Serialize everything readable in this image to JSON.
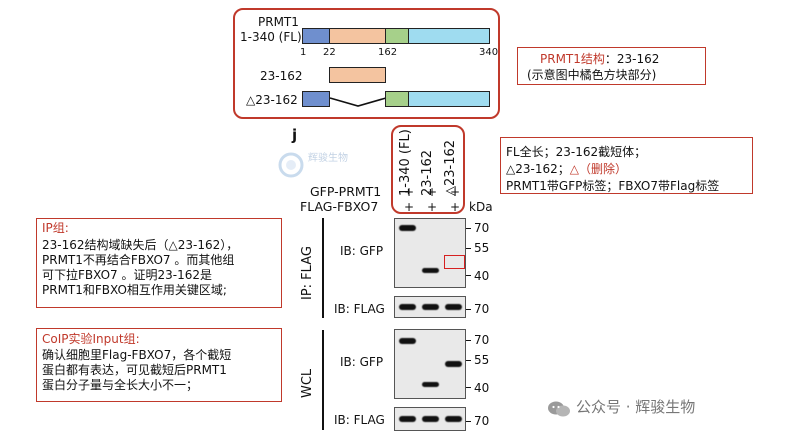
{
  "diagram": {
    "protein_name": "PRMT1",
    "fl_label": "1-340 (FL)",
    "positions": [
      "1",
      "22",
      "162",
      "340"
    ],
    "construct_23_162": "23-162",
    "construct_delta": "△23-162",
    "colors": {
      "blue": "#6f8fce",
      "orange": "#f4c4a0",
      "green": "#a6d08a",
      "cyan": "#9fdcf0",
      "accent": "#c0392b"
    }
  },
  "struct_note": {
    "title": "PRMT1结构",
    "title_suffix": "：23-162",
    "line2": "(示意图中橘色方块部分)"
  },
  "panel": {
    "letter": "j",
    "lane_labels": [
      "1-340 (FL)",
      "23-162",
      "△23-162"
    ],
    "row1_label": "GFP-PRMT1",
    "row2_label": "FLAG-FBXO7",
    "row1_signs": [
      "+",
      "+",
      "+"
    ],
    "row2_signs": [
      "+",
      "+",
      "+"
    ],
    "kda": "kDa",
    "ip_label": "IP: FLAG",
    "wcl_label": "WCL",
    "ib_gfp": "IB: GFP",
    "ib_flag": "IB: FLAG",
    "ip_gfp_markers": [
      "70",
      "55",
      "40"
    ],
    "ip_flag_marker": "70",
    "wcl_gfp_markers": [
      "70",
      "55",
      "40"
    ],
    "wcl_flag_marker": "70"
  },
  "fl_note": {
    "line1": "FL全长；23-162截短体；",
    "line2_a": "△23-162；",
    "line2_b": "△（删除）",
    "line3": "PRMT1带GFP标签；FBXO7带Flag标签"
  },
  "ip_note": {
    "title": "IP组:",
    "text": "23-162结构域缺失后（△23-162），\nPRMT1不再结合FBXO7 。而其他组\n可下拉FBXO7 。证明23-162是\nPRMT1和FBXO相互作用关键区域;"
  },
  "coip_note": {
    "title": "CoIP实验Input组:",
    "text": "确认细胞里Flag-FBXO7，各个截短\n蛋白都有表达，可见截短后PRMT1\n蛋白分子量与全长大小不一；"
  },
  "watermark": {
    "logo_text": "辉骏生物",
    "footer": "公众号 · 辉骏生物"
  }
}
